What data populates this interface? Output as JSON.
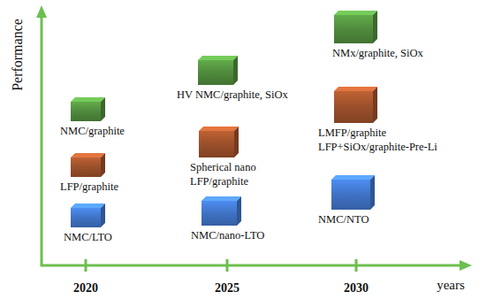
{
  "diagram": {
    "nodes": [
      {
        "text": [
          "NMC/graphite"
        ]
      },
      {
        "text": [
          "LFP/graphite"
        ]
      },
      {
        "text": [
          "NMC/LTO"
        ]
      },
      {
        "text": [
          "HV NMC/graphite, SiOx"
        ]
      },
      {
        "text": [
          "Spherical nano LFP/graphite"
        ]
      },
      {
        "text": [
          "NMC/nano-LTO"
        ]
      },
      {
        "text": [
          "NMx/graphite, SiOx"
        ]
      },
      {
        "text": [
          "LMFP/graphite LFP+SiOx/graphite-Pre-Li"
        ]
      },
      {
        "text": [
          "NMC/NTO"
        ]
      }
    ],
    "labels": [
      "Performance",
      "years",
      "2020",
      "2025",
      "2030"
    ]
  }
}
